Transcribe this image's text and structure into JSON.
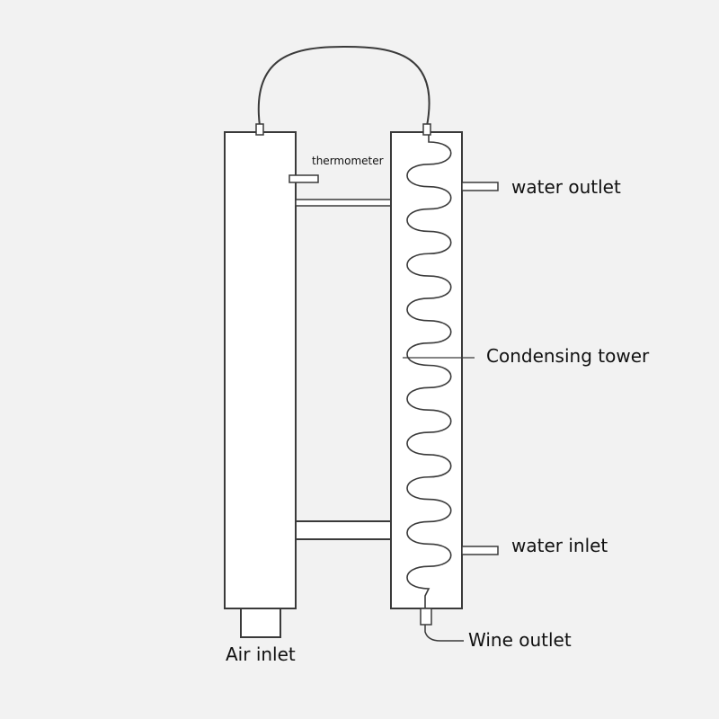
{
  "labels": {
    "thermometer": "thermometer",
    "water_outlet": "water outlet",
    "condensing_tower": "Condensing tower",
    "water_inlet": "water inlet",
    "wine_outlet": "Wine outlet",
    "air_inlet": "Air inlet"
  },
  "colors": {
    "background": "#f2f2f2",
    "stroke": "#3a3a3a",
    "body_fill": "#ffffff",
    "text": "#111111"
  },
  "coil_turns": 10
}
